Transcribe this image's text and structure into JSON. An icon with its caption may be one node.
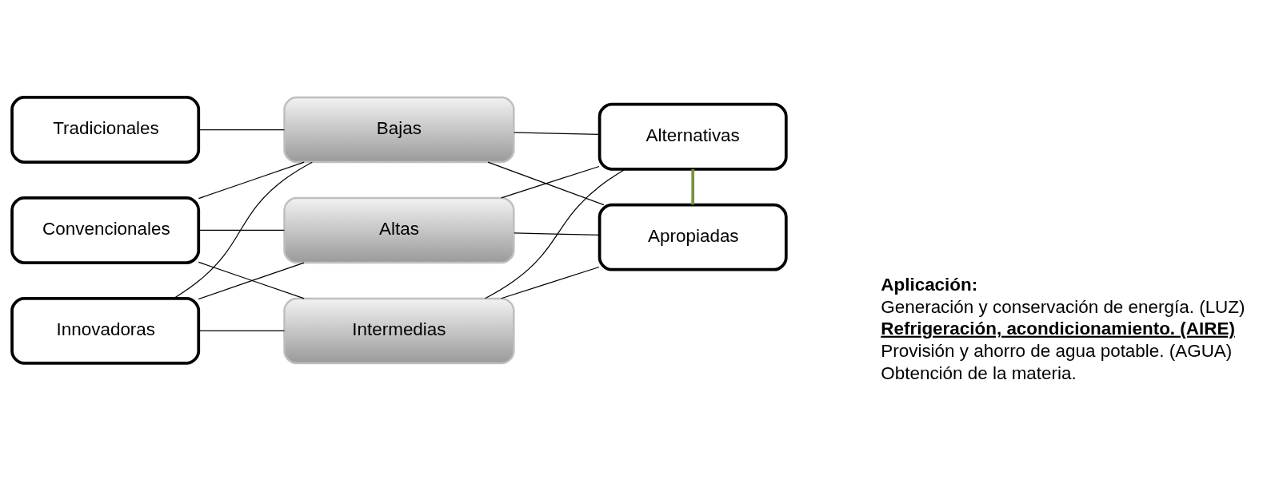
{
  "diagram": {
    "nodes": [
      {
        "text": [
          "Tradicionales"
        ]
      },
      {
        "text": [
          "Alternativas"
        ]
      },
      {
        "text": [
          "Bajas"
        ]
      },
      {
        "text": [
          "Convencionales"
        ]
      },
      {
        "text": [
          "Intermedias"
        ]
      },
      {
        "text": [
          "Altas"
        ]
      },
      {
        "text": [
          "Innovadoras"
        ]
      },
      {
        "text": [
          "Apropiadas"
        ]
      }
    ],
    "edges": [
      {
        "from": 0,
        "to": 2,
        "arrow": "none"
      },
      {
        "from": 3,
        "to": 2,
        "arrow": "none"
      },
      {
        "from": 6,
        "to": 2,
        "arrow": "none"
      },
      {
        "from": 3,
        "to": 4,
        "arrow": "none"
      },
      {
        "from": 6,
        "to": 4,
        "arrow": "none"
      },
      {
        "from": 3,
        "to": 5,
        "arrow": "none"
      },
      {
        "from": 6,
        "to": 5,
        "arrow": "none"
      },
      {
        "from": 2,
        "to": 1,
        "arrow": "none"
      },
      {
        "from": 4,
        "to": 1,
        "arrow": "none"
      },
      {
        "from": 5,
        "to": 1,
        "arrow": "none"
      },
      {
        "from": 2,
        "to": 7,
        "arrow": "none"
      },
      {
        "from": 4,
        "to": 7,
        "arrow": "none"
      },
      {
        "from": 5,
        "to": 7,
        "arrow": "none"
      },
      {
        "from": 1,
        "to": 7,
        "arrow": "none",
        "color": "#77933c",
        "style": "thick"
      }
    ],
    "labels": [
      "Aplicación:",
      "Generación y conservación de energía. (LUZ)",
      "Refrigeración, acondicionamiento. (AIRE)",
      "Provisión y ahorro de agua potable. (AGUA)",
      "Obtención de la materia."
    ]
  }
}
